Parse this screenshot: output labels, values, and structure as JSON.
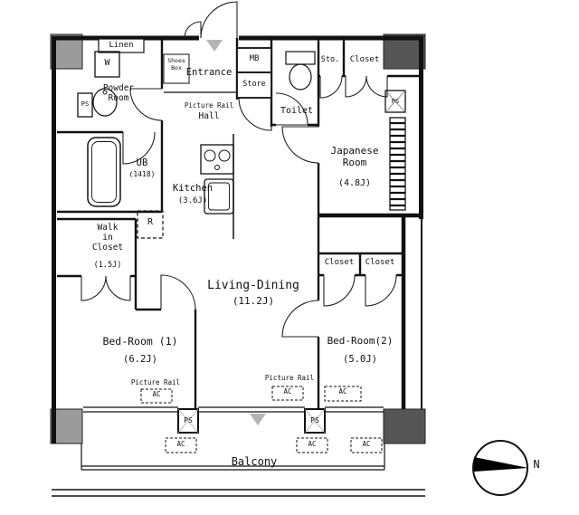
{
  "rooms": {
    "entrance": "Entrance",
    "hall": "Hall",
    "powder_room": "Powder\nRoom",
    "toilet": "Toilet",
    "bath": "UB",
    "bath_size": "(1418)",
    "kitchen": "Kitchen",
    "kitchen_size": "(3.6J)",
    "japanese_room": "Japanese\nRoom",
    "japanese_room_size": "(4.8J)",
    "living_dining": "Living-Dining",
    "living_dining_size": "(11.2J)",
    "bedroom1": "Bed-Room (1)",
    "bedroom1_size": "(6.2J)",
    "bedroom2": "Bed-Room(2)",
    "bedroom2_size": "(5.0J)",
    "walk_in_closet": "Walk\nin\nCloset",
    "walk_in_closet_size": "(1.5J)",
    "balcony": "Balcony"
  },
  "features": {
    "linen": "Linen",
    "washer": "W",
    "shoes_box": "Shoes\nBox",
    "mb": "MB",
    "store": "Store",
    "storage": "Sto.",
    "closet": "Closet",
    "refrigerator": "R",
    "ps": "PS",
    "ac": "AC",
    "picture_rail": "Picture Rail"
  },
  "compass": {
    "north": "N"
  },
  "colors": {
    "wall": "#111111",
    "pillar_light": "#9b9b9b",
    "pillar_dark": "#555555",
    "marker": "#b5b5b5",
    "needle": "#000000"
  }
}
